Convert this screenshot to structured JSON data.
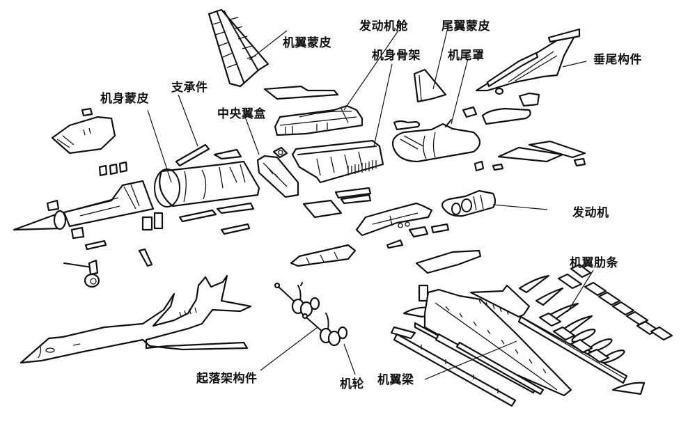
{
  "diagram": {
    "type": "exploded-view",
    "subject": "aircraft structure components",
    "labels": {
      "wing_skin": "机翼蒙皮",
      "engine_nacelle": "发动机舱",
      "tail_skin": "尾翼蒙皮",
      "fuselage_frame": "机身骨架",
      "tail_cone": "机尾罩",
      "vertical_tail": "垂尾构件",
      "fuselage_skin": "机身蒙皮",
      "support_member": "支承件",
      "center_wing_box": "中央翼盒",
      "engine": "发动机",
      "wing_ribs": "机翼肋条",
      "landing_gear": "起落架构件",
      "wheels": "机轮",
      "wing_spar": "机翼梁"
    },
    "colors": {
      "ink": "#111111",
      "background": "#ffffff"
    }
  }
}
